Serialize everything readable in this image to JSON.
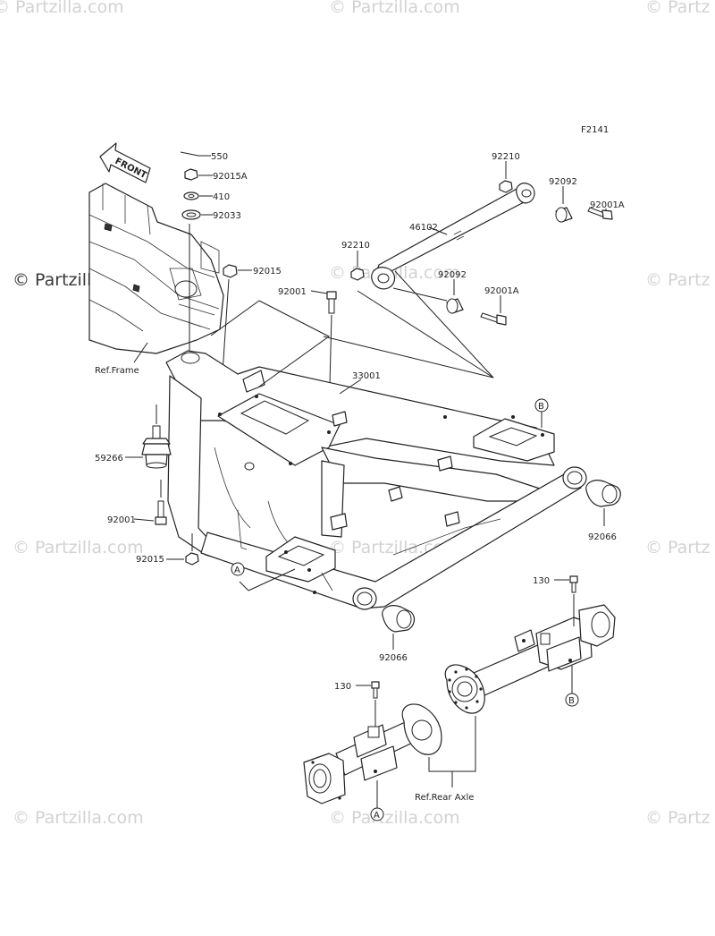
{
  "watermarks": {
    "strong": "© Partzilla.com",
    "faint": "© Partzilla.com",
    "faint_partial": "© Partz"
  },
  "figure_code": "F2141",
  "front_marker": "FRONT",
  "ref_labels": {
    "frame": "Ref.Frame",
    "rear_axle": "Ref.Rear Axle"
  },
  "circle_refs": {
    "a": "A",
    "b": "B"
  },
  "parts": {
    "p550": "550",
    "p92015A": "92015A",
    "p410": "410",
    "p92033": "92033",
    "p92015_top": "92015",
    "p92001_top": "92001",
    "p92210_upper": "92210",
    "p92210_lower": "92210",
    "p46102": "46102",
    "p92092_upper": "92092",
    "p92092_lower": "92092",
    "p92001A_upper": "92001A",
    "p92001A_lower": "92001A",
    "p33001": "33001",
    "p59266": "59266",
    "p92001_left": "92001",
    "p92015_bottom": "92015",
    "p92066_right": "92066",
    "p92066_bottom": "92066",
    "p130_right": "130",
    "p130_left": "130"
  },
  "colors": {
    "line": "#222222",
    "watermark": "#d2d2d2",
    "background": "#ffffff"
  }
}
